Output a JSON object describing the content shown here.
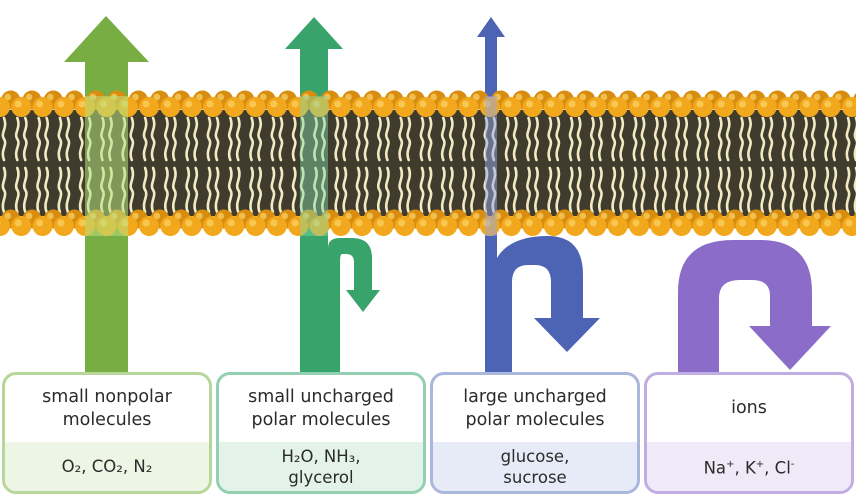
{
  "colors": {
    "nonpolar": "#78ad43",
    "uncharged_small": "#38a46c",
    "uncharged_large": "#4d63b3",
    "ions": "#8b6cc8",
    "lipid_head": "#f2a81c",
    "lipid_core": "#3f3c2e",
    "lipid_tail": "#f3eac4"
  },
  "categories": [
    {
      "id": "small-nonpolar",
      "title_lines": [
        "small nonpolar",
        "molecules"
      ],
      "example_lines": [
        "O₂, CO₂, N₂"
      ],
      "crosses_membrane": "yes"
    },
    {
      "id": "small-uncharged-polar",
      "title_lines": [
        "small uncharged",
        "polar molecules"
      ],
      "example_lines": [
        "H₂O, NH₃,",
        "glycerol"
      ],
      "crosses_membrane": "mostly"
    },
    {
      "id": "large-uncharged-polar",
      "title_lines": [
        "large uncharged",
        "polar molecules"
      ],
      "example_lines": [
        "glucose,",
        "sucrose"
      ],
      "crosses_membrane": "barely"
    },
    {
      "id": "ions",
      "title_lines": [
        "ions"
      ],
      "example_lines": [],
      "ion_labels": [
        {
          "symbol": "Na",
          "charge": "+",
          "sep": ", "
        },
        {
          "symbol": "K",
          "charge": "+",
          "sep": ", "
        },
        {
          "symbol": "Cl",
          "charge": "-",
          "sep": ""
        }
      ],
      "crosses_membrane": "no"
    }
  ]
}
